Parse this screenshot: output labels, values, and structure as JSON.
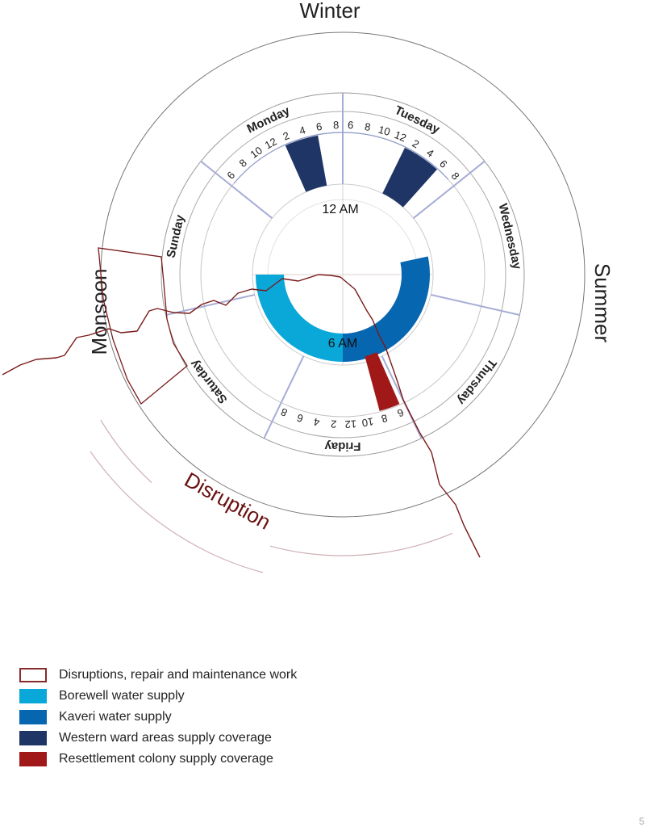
{
  "seasons": {
    "winter": "Winter",
    "summer": "Summer",
    "monsoon": "Monsoon"
  },
  "disruption_label": "Disruption",
  "clock": {
    "top_label": "12 AM",
    "bottom_label": "6 AM"
  },
  "days": [
    "Monday",
    "Tuesday",
    "Wednesday",
    "Thursday",
    "Friday",
    "Saturday",
    "Sunday"
  ],
  "hour_labels": [
    "6",
    "8",
    "10",
    "12",
    "2",
    "4",
    "6",
    "8"
  ],
  "days_with_hour_labels": [
    "Monday",
    "Tuesday",
    "Friday"
  ],
  "colors": {
    "disruption": "#7a1a1a",
    "borewell": "#0aa8d8",
    "kaveri": "#0766b0",
    "western": "#1e3566",
    "resettlement": "#a01818",
    "divider": "#a6acd6"
  },
  "chart_data": {
    "type": "radial-schedule",
    "inner_clock_supply": [
      {
        "series": "Kaveri water supply",
        "start_hour": 2.6,
        "end_hour": 6
      },
      {
        "series": "Borewell water supply",
        "start_hour": 6,
        "end_hour": 9
      }
    ],
    "day_coverage": [
      {
        "series": "Western ward areas supply coverage",
        "day": "Monday",
        "start_hour": 13.7,
        "end_hour": 17.9
      },
      {
        "series": "Western ward areas supply coverage",
        "day": "Tuesday",
        "start_hour": 13.3,
        "end_hour": 18.1
      },
      {
        "series": "Resettlement colony supply coverage",
        "day": "Friday",
        "start_hour": 6,
        "end_hour": 8.6
      }
    ]
  },
  "legend": [
    {
      "label": "Disruptions, repair and maintenance work",
      "color": "#ffffff",
      "border": "#8a2a2a"
    },
    {
      "label": "Borewell water supply",
      "color": "#0aa8d8",
      "border": "#0aa8d8"
    },
    {
      "label": "Kaveri water supply",
      "color": "#0766b0",
      "border": "#0766b0"
    },
    {
      "label": "Western ward areas supply coverage",
      "color": "#1e3566",
      "border": "#1e3566"
    },
    {
      "label": "Resettlement colony supply coverage",
      "color": "#a01818",
      "border": "#a01818"
    }
  ],
  "page_number": "5"
}
